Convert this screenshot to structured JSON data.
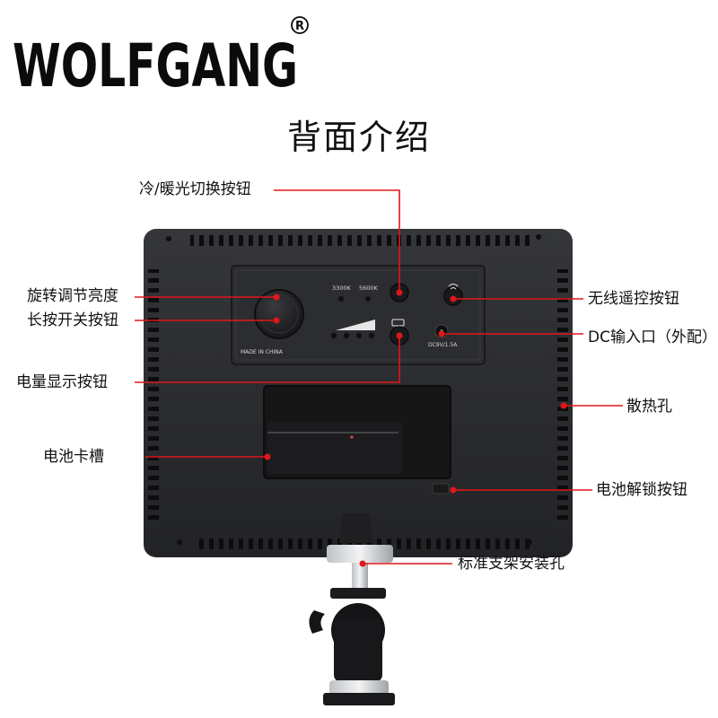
{
  "brand": {
    "logo_text": "WOLFGANG",
    "registered_mark": "®"
  },
  "title": "背面介绍",
  "device": {
    "panel_marks": {
      "temp_low": "3300K",
      "temp_high": "5600K",
      "made_in": "MADE IN CHINA",
      "dc_rating": "DC9V/1.5A"
    }
  },
  "callouts": {
    "temp_switch": "冷/暖光切换按钮",
    "brightness_knob": "旋转调节亮度",
    "power_long_press": "长按开关按钮",
    "remote_button": "无线遥控按钮",
    "dc_input": "DC输入口（外配）",
    "battery_display_button": "电量显示按钮",
    "cooling_holes": "散热孔",
    "battery_slot": "电池卡槽",
    "battery_release": "电池解锁按钮",
    "mount_hole": "标准支架安装孔"
  },
  "colors": {
    "callout_line": "#e0161b",
    "panel_body": "#2a2b2e",
    "text": "#111111"
  }
}
